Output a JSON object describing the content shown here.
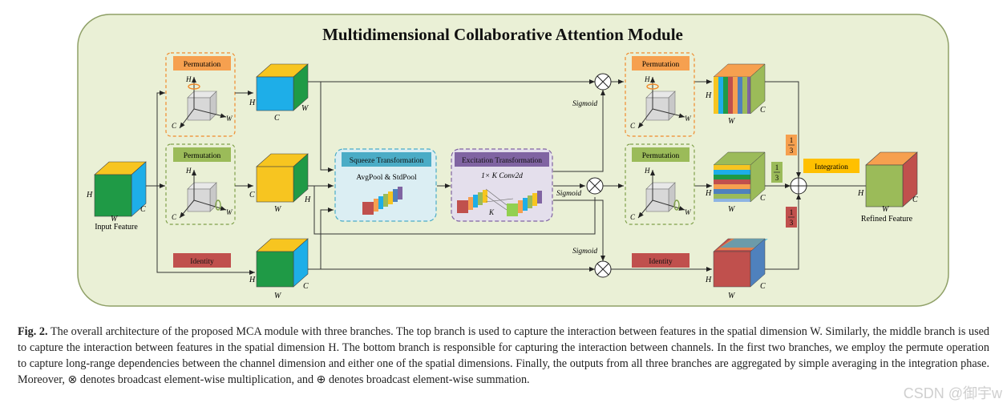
{
  "figure": {
    "title": "Multidimensional Collaborative Attention Module",
    "input_label": "Input Feature",
    "output_label": "Refined Feature",
    "axis": {
      "H": "H",
      "W": "W",
      "C": "C",
      "K": "K"
    },
    "blocks": {
      "perm_top": "Permutation",
      "perm_mid": "Permutation",
      "identity_left": "Identity",
      "squeeze_title": "Squeeze Transformation",
      "squeeze_sub": "AvgPool & StdPool",
      "excite_title": "Excitation Transformation",
      "excite_sub": "1× K  Conv2d",
      "perm_top_right": "Permutation",
      "perm_mid_right": "Permutation",
      "identity_right": "Identity",
      "integration": "Integration"
    },
    "sigmoid": "Sigmoid",
    "fraction": {
      "num": "1",
      "den": "3"
    },
    "colors": {
      "panel_bg": "#eaf0d6",
      "panel_border": "#8fa067",
      "orange": "#f6a04f",
      "green_block": "#9bbb59",
      "red_block": "#c0504d",
      "blue": "#1eaee8",
      "yellow": "#f7c520",
      "green": "#1f9a46",
      "red": "#c9493a",
      "squeeze_header": "#4bacc6",
      "excite_header": "#8064a2",
      "integration": "#ffc000"
    }
  },
  "caption": {
    "label": "Fig. 2.",
    "text": "The overall architecture of the proposed MCA module with three branches. The top branch is used to capture the interaction between features in the spatial dimension W. Similarly, the middle branch is used to capture the interaction between features in the spatial dimension H. The bottom branch is responsible for capturing the interaction between channels. In the first two branches, we employ the permute operation to capture long-range dependencies between the channel dimension and either one of the spatial dimensions. Finally, the outputs from all three branches are aggregated by simple averaging in the integration phase. Moreover, ⊗ denotes broadcast element-wise multiplication, and ⊕ denotes broadcast element-wise summation."
  },
  "watermark": "CSDN @御宇w"
}
